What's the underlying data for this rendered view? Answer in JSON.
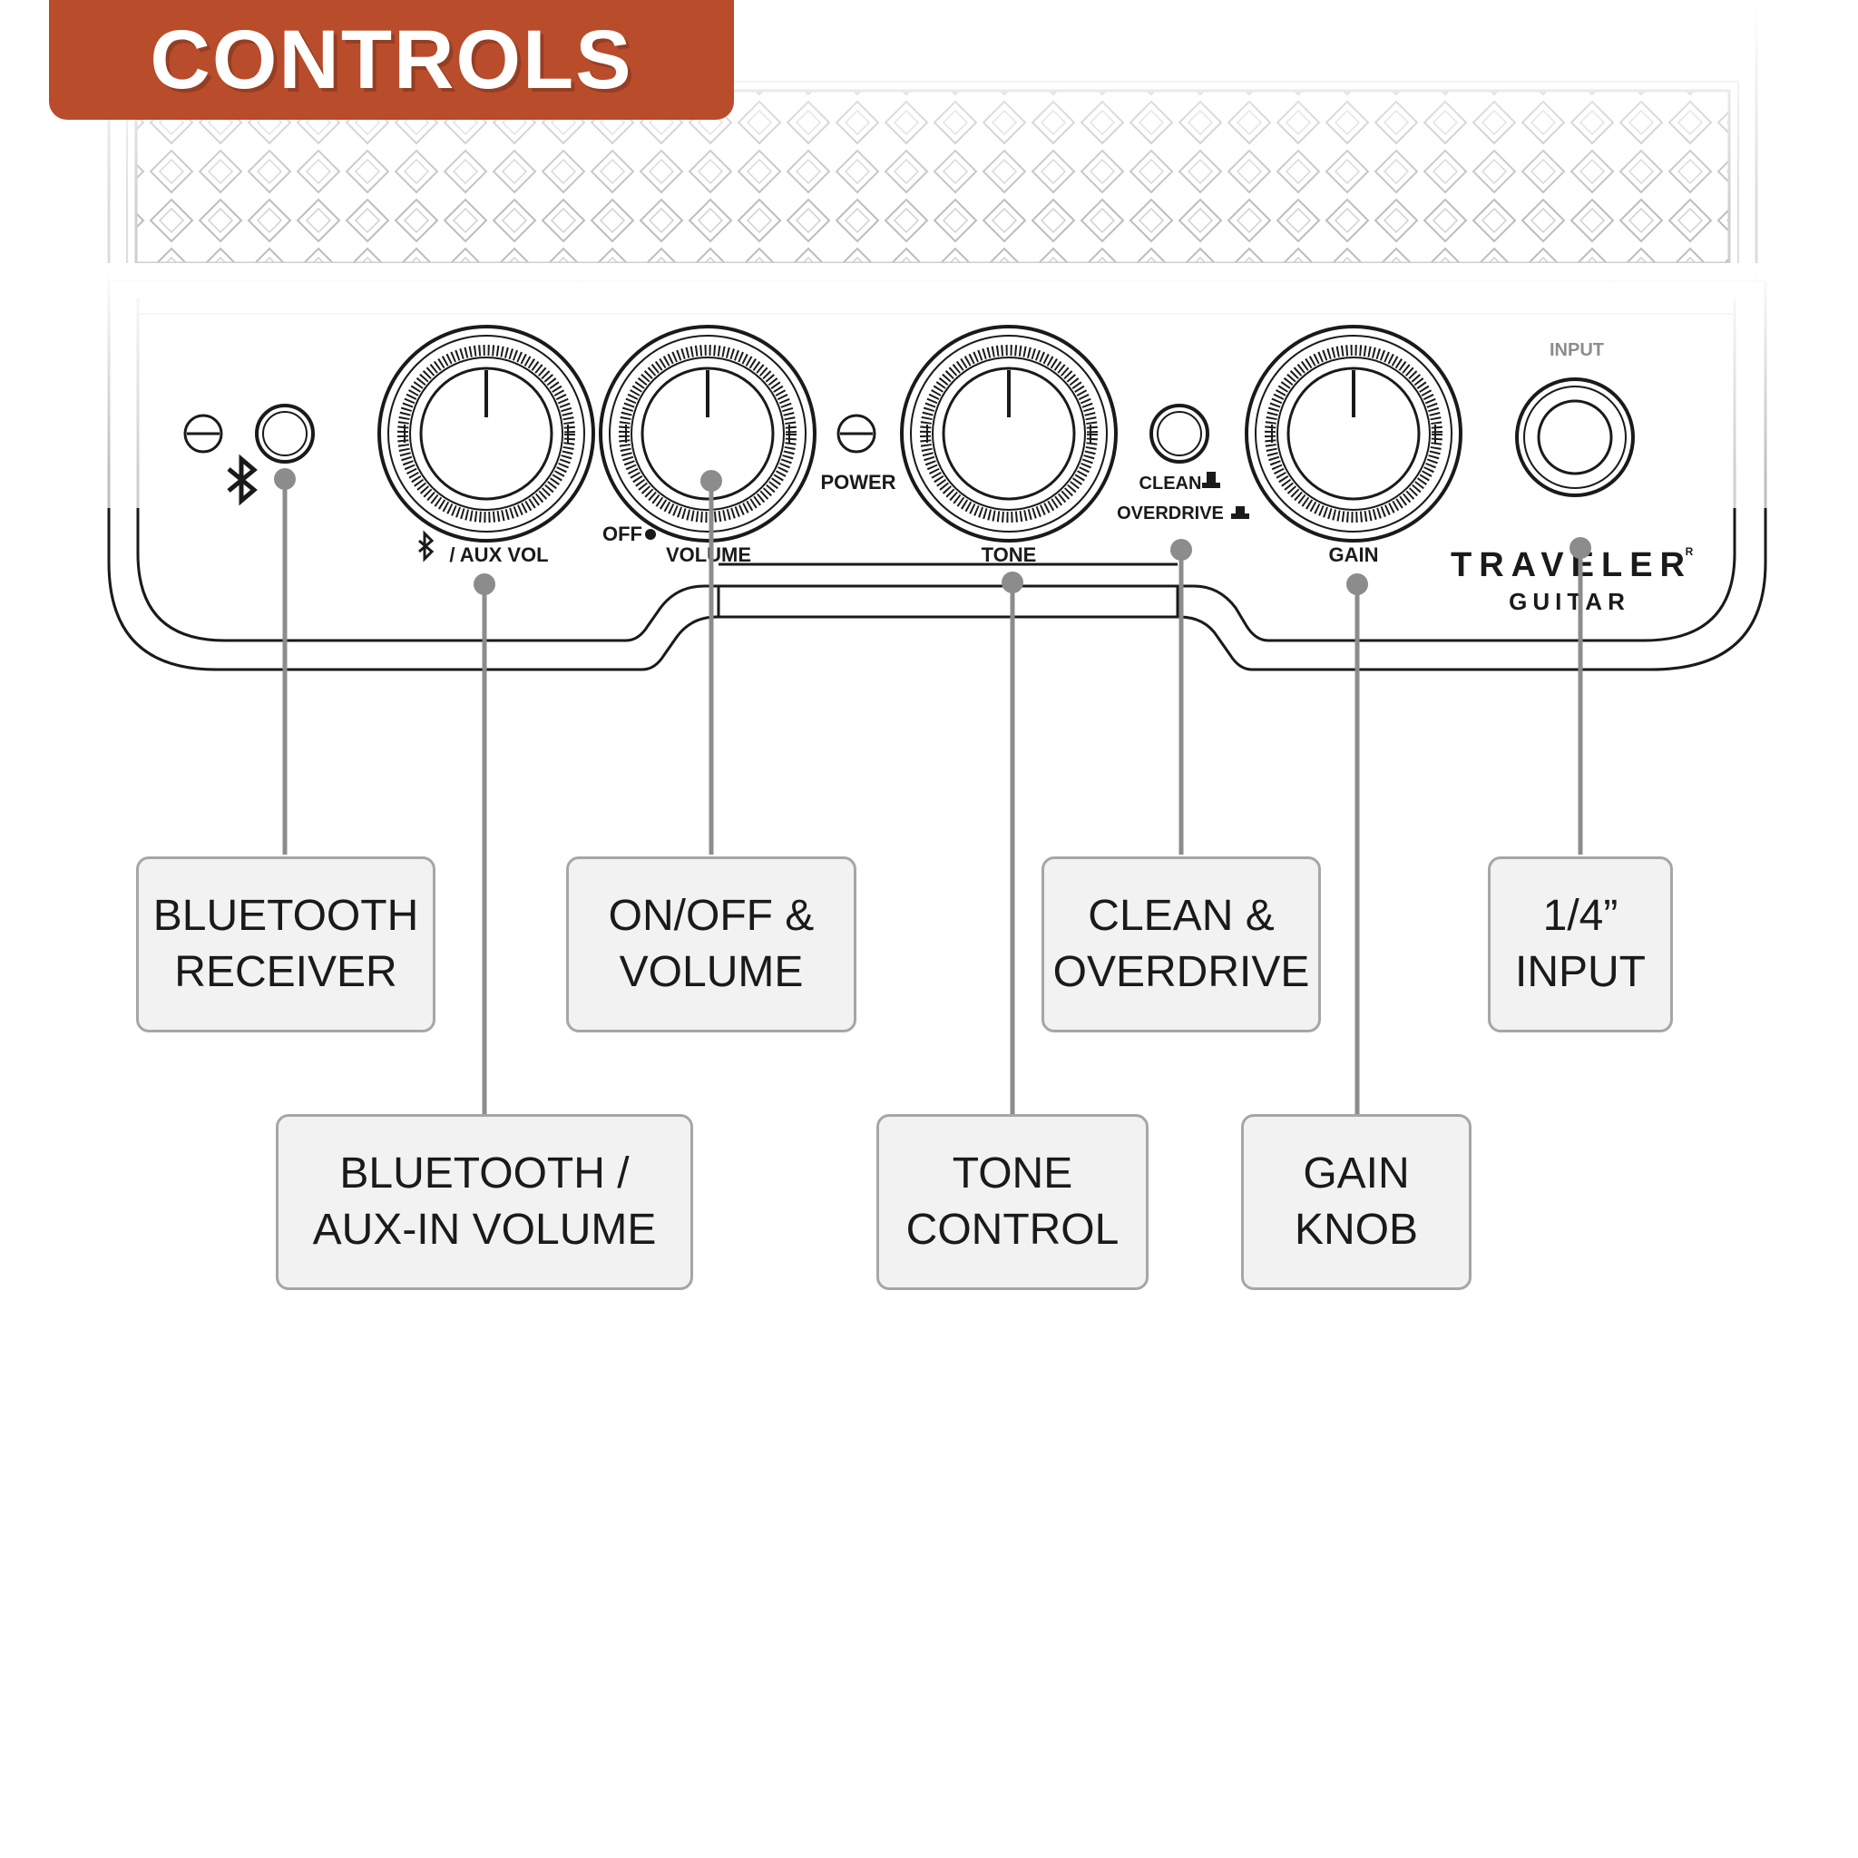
{
  "header": {
    "title": "CONTROLS"
  },
  "panel": {
    "labels": {
      "aux_vol": "/ AUX VOL",
      "off": "OFF",
      "volume": "VOLUME",
      "power": "POWER",
      "tone": "TONE",
      "clean": "CLEAN",
      "overdrive": "OVERDRIVE",
      "gain": "GAIN",
      "input": "INPUT"
    },
    "brand": {
      "name": "TRAVELER",
      "sub": "GUITAR",
      "reg": "R"
    }
  },
  "callouts": {
    "bluetooth_receiver": [
      "BLUETOOTH",
      "RECEIVER"
    ],
    "aux_volume": [
      "BLUETOOTH /",
      "AUX-IN VOLUME"
    ],
    "on_off_volume": [
      "ON/OFF &",
      "VOLUME"
    ],
    "tone_control": [
      "TONE",
      "CONTROL"
    ],
    "clean_overdrive": [
      "CLEAN &",
      "OVERDRIVE"
    ],
    "gain_knob": [
      "GAIN",
      "KNOB"
    ],
    "input": [
      "1/4”",
      "INPUT"
    ]
  },
  "colors": {
    "accent": "#b84c2b",
    "box_fill": "#f2f2f2",
    "box_border": "#a6a6a6",
    "leader": "#8c8c8c",
    "line_art": "#1a1a1a"
  }
}
